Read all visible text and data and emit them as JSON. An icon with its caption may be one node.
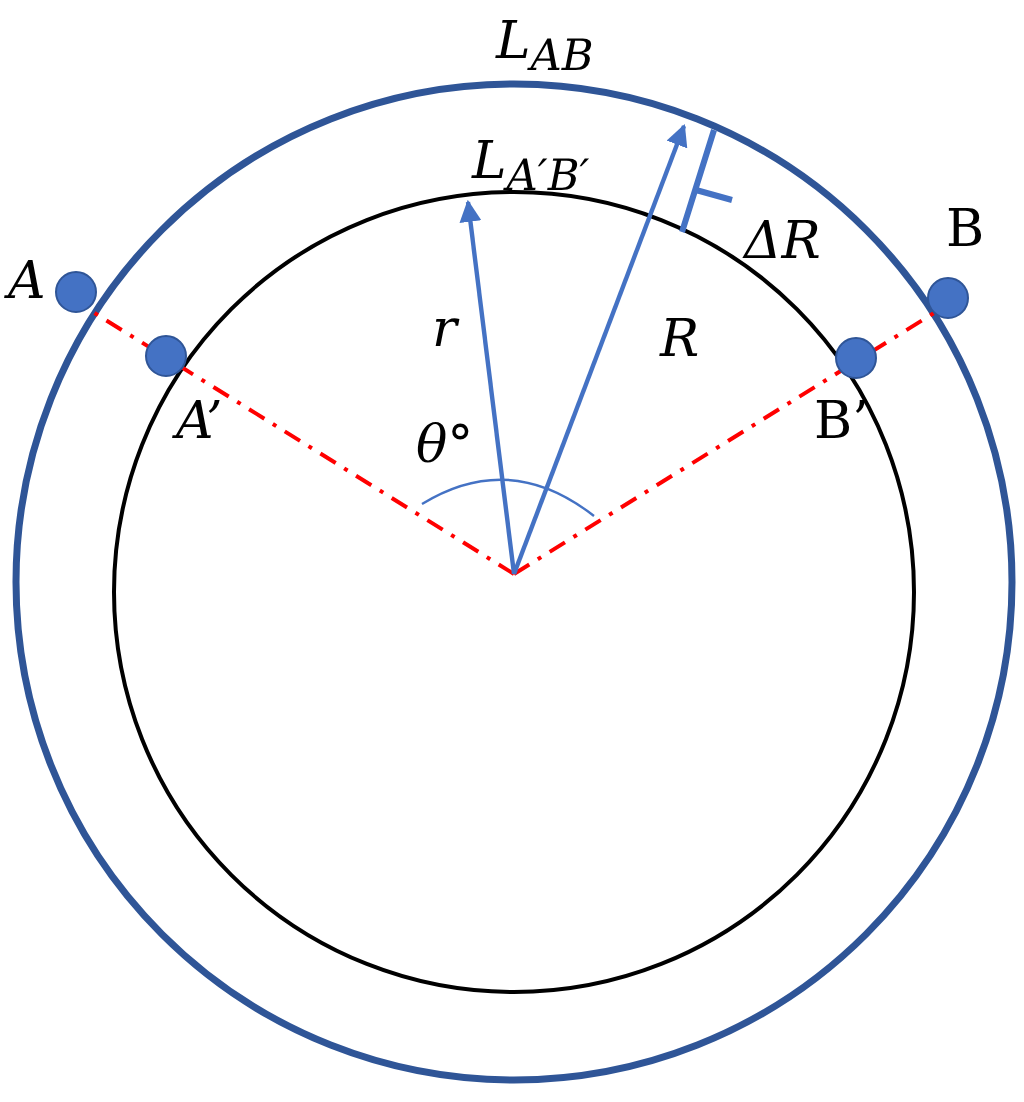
{
  "diagram": {
    "labels": [
      "L$_{AB}$",
      "L$_{A′B′}$",
      "B",
      "ΔR",
      "A",
      "r",
      "R",
      "A’",
      "B’",
      "θ°"
    ]
  }
}
